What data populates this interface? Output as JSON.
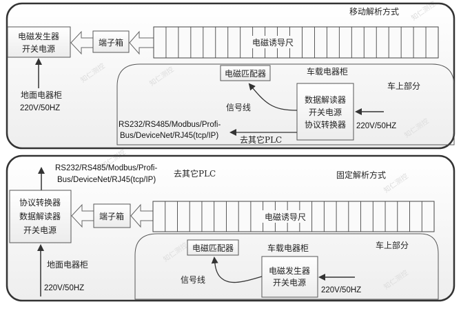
{
  "top_panel": {
    "title": "移动解析方式",
    "generator_box": [
      "电磁发生器",
      "开关电源"
    ],
    "terminal_box": "端子箱",
    "ruler_label": "电磁诱导尺",
    "ground_cabinet": "地面电器柜",
    "ground_power": "220V/50HZ",
    "vehicle_section": {
      "label": "车上部分",
      "cabinet_label": "车载电器柜",
      "matcher_box": "电磁匹配器",
      "reader_box": [
        "数据解读器",
        "开关电源",
        "协议转换器"
      ],
      "signal_line": "信号线",
      "power_in": "220V/50HZ",
      "protocols": [
        "RS232/RS485/Modbus/Profi-",
        "Bus/DeviceNet/RJ45(tcp/IP)"
      ],
      "to_plc": "去其它PLC"
    }
  },
  "bottom_panel": {
    "title": "固定解析方式",
    "reader_box": [
      "协议转换器",
      "数据解读器",
      "开关电源"
    ],
    "terminal_box": "端子箱",
    "ruler_label": "电磁诱导尺",
    "ground_cabinet": "地面电器柜",
    "ground_power": "220V/50HZ",
    "protocols": [
      "RS232/RS485/Modbus/Profi-",
      "Bus/DeviceNet/RJ45(tcp/IP)"
    ],
    "to_plc": "去其它PLC",
    "vehicle_section": {
      "label": "车上部分",
      "cabinet_label": "车载电器柜",
      "matcher_box": "电磁匹配器",
      "generator_box": [
        "电磁发生器",
        "开关电源"
      ],
      "signal_line": "信号线",
      "power_in": "220V/50HZ"
    }
  },
  "watermark": "知仁测控",
  "colors": {
    "line": "#333333",
    "panel_fill": "#f7f7f7",
    "box_fill": "#fbfbfb"
  }
}
